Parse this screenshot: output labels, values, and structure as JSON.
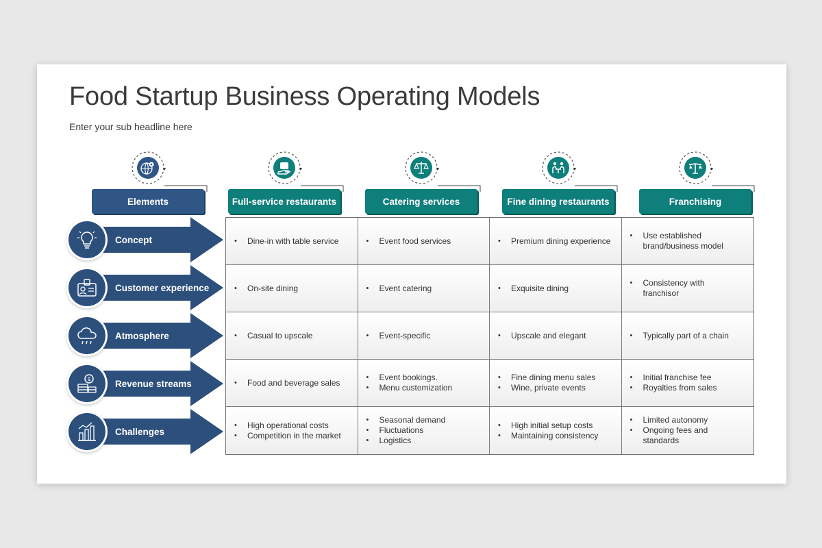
{
  "slide": {
    "title": "Food Startup Business Operating Models",
    "subtitle": "Enter your sub headline here"
  },
  "colors": {
    "elements_header": "#2f5685",
    "model_header": "#0f7f7b",
    "row_arrow": "#2c4f7c",
    "icon_circle_teal": "#0f7f7b"
  },
  "header_icons": [
    "globe-location-icon",
    "hand-dollar-icon",
    "scales-icon",
    "dining-table-icon",
    "balance-icon"
  ],
  "columns": [
    {
      "label": "Elements"
    },
    {
      "label": "Full-service restaurants"
    },
    {
      "label": "Catering services"
    },
    {
      "label": "Fine dining restaurants"
    },
    {
      "label": "Franchising"
    }
  ],
  "rows": [
    {
      "label": "Concept",
      "icon": "lightbulb-icon",
      "cells": [
        [
          "Dine-in with table service"
        ],
        [
          "Event food services"
        ],
        [
          "Premium dining experience"
        ],
        [
          "Use established",
          "brand/business model"
        ]
      ]
    },
    {
      "label": "Customer experience",
      "icon": "id-badge-icon",
      "cells": [
        [
          "On-site dining"
        ],
        [
          "Event catering"
        ],
        [
          "Exquisite dining"
        ],
        [
          "Consistency with",
          "franchisor"
        ]
      ]
    },
    {
      "label": "Atmosphere",
      "icon": "rain-cloud-icon",
      "cells": [
        [
          "Casual to upscale"
        ],
        [
          "Event-specific"
        ],
        [
          "Upscale and elegant"
        ],
        [
          "Typically part of a chain"
        ]
      ]
    },
    {
      "label": "Revenue streams",
      "icon": "coins-stack-icon",
      "cells": [
        [
          "Food and beverage sales"
        ],
        [
          "Event bookings.",
          "Menu customization"
        ],
        [
          "Fine dining menu sales",
          "Wine, private events"
        ],
        [
          "Initial franchise fee",
          "Royalties from sales"
        ]
      ]
    },
    {
      "label": "Challenges",
      "icon": "bar-chart-icon",
      "cells": [
        [
          "High operational costs",
          "Competition in the market"
        ],
        [
          "Seasonal demand",
          "Fluctuations",
          "Logistics"
        ],
        [
          "High initial setup costs",
          "Maintaining consistency"
        ],
        [
          "Limited autonomy",
          "Ongoing fees and",
          "standards"
        ]
      ]
    }
  ]
}
